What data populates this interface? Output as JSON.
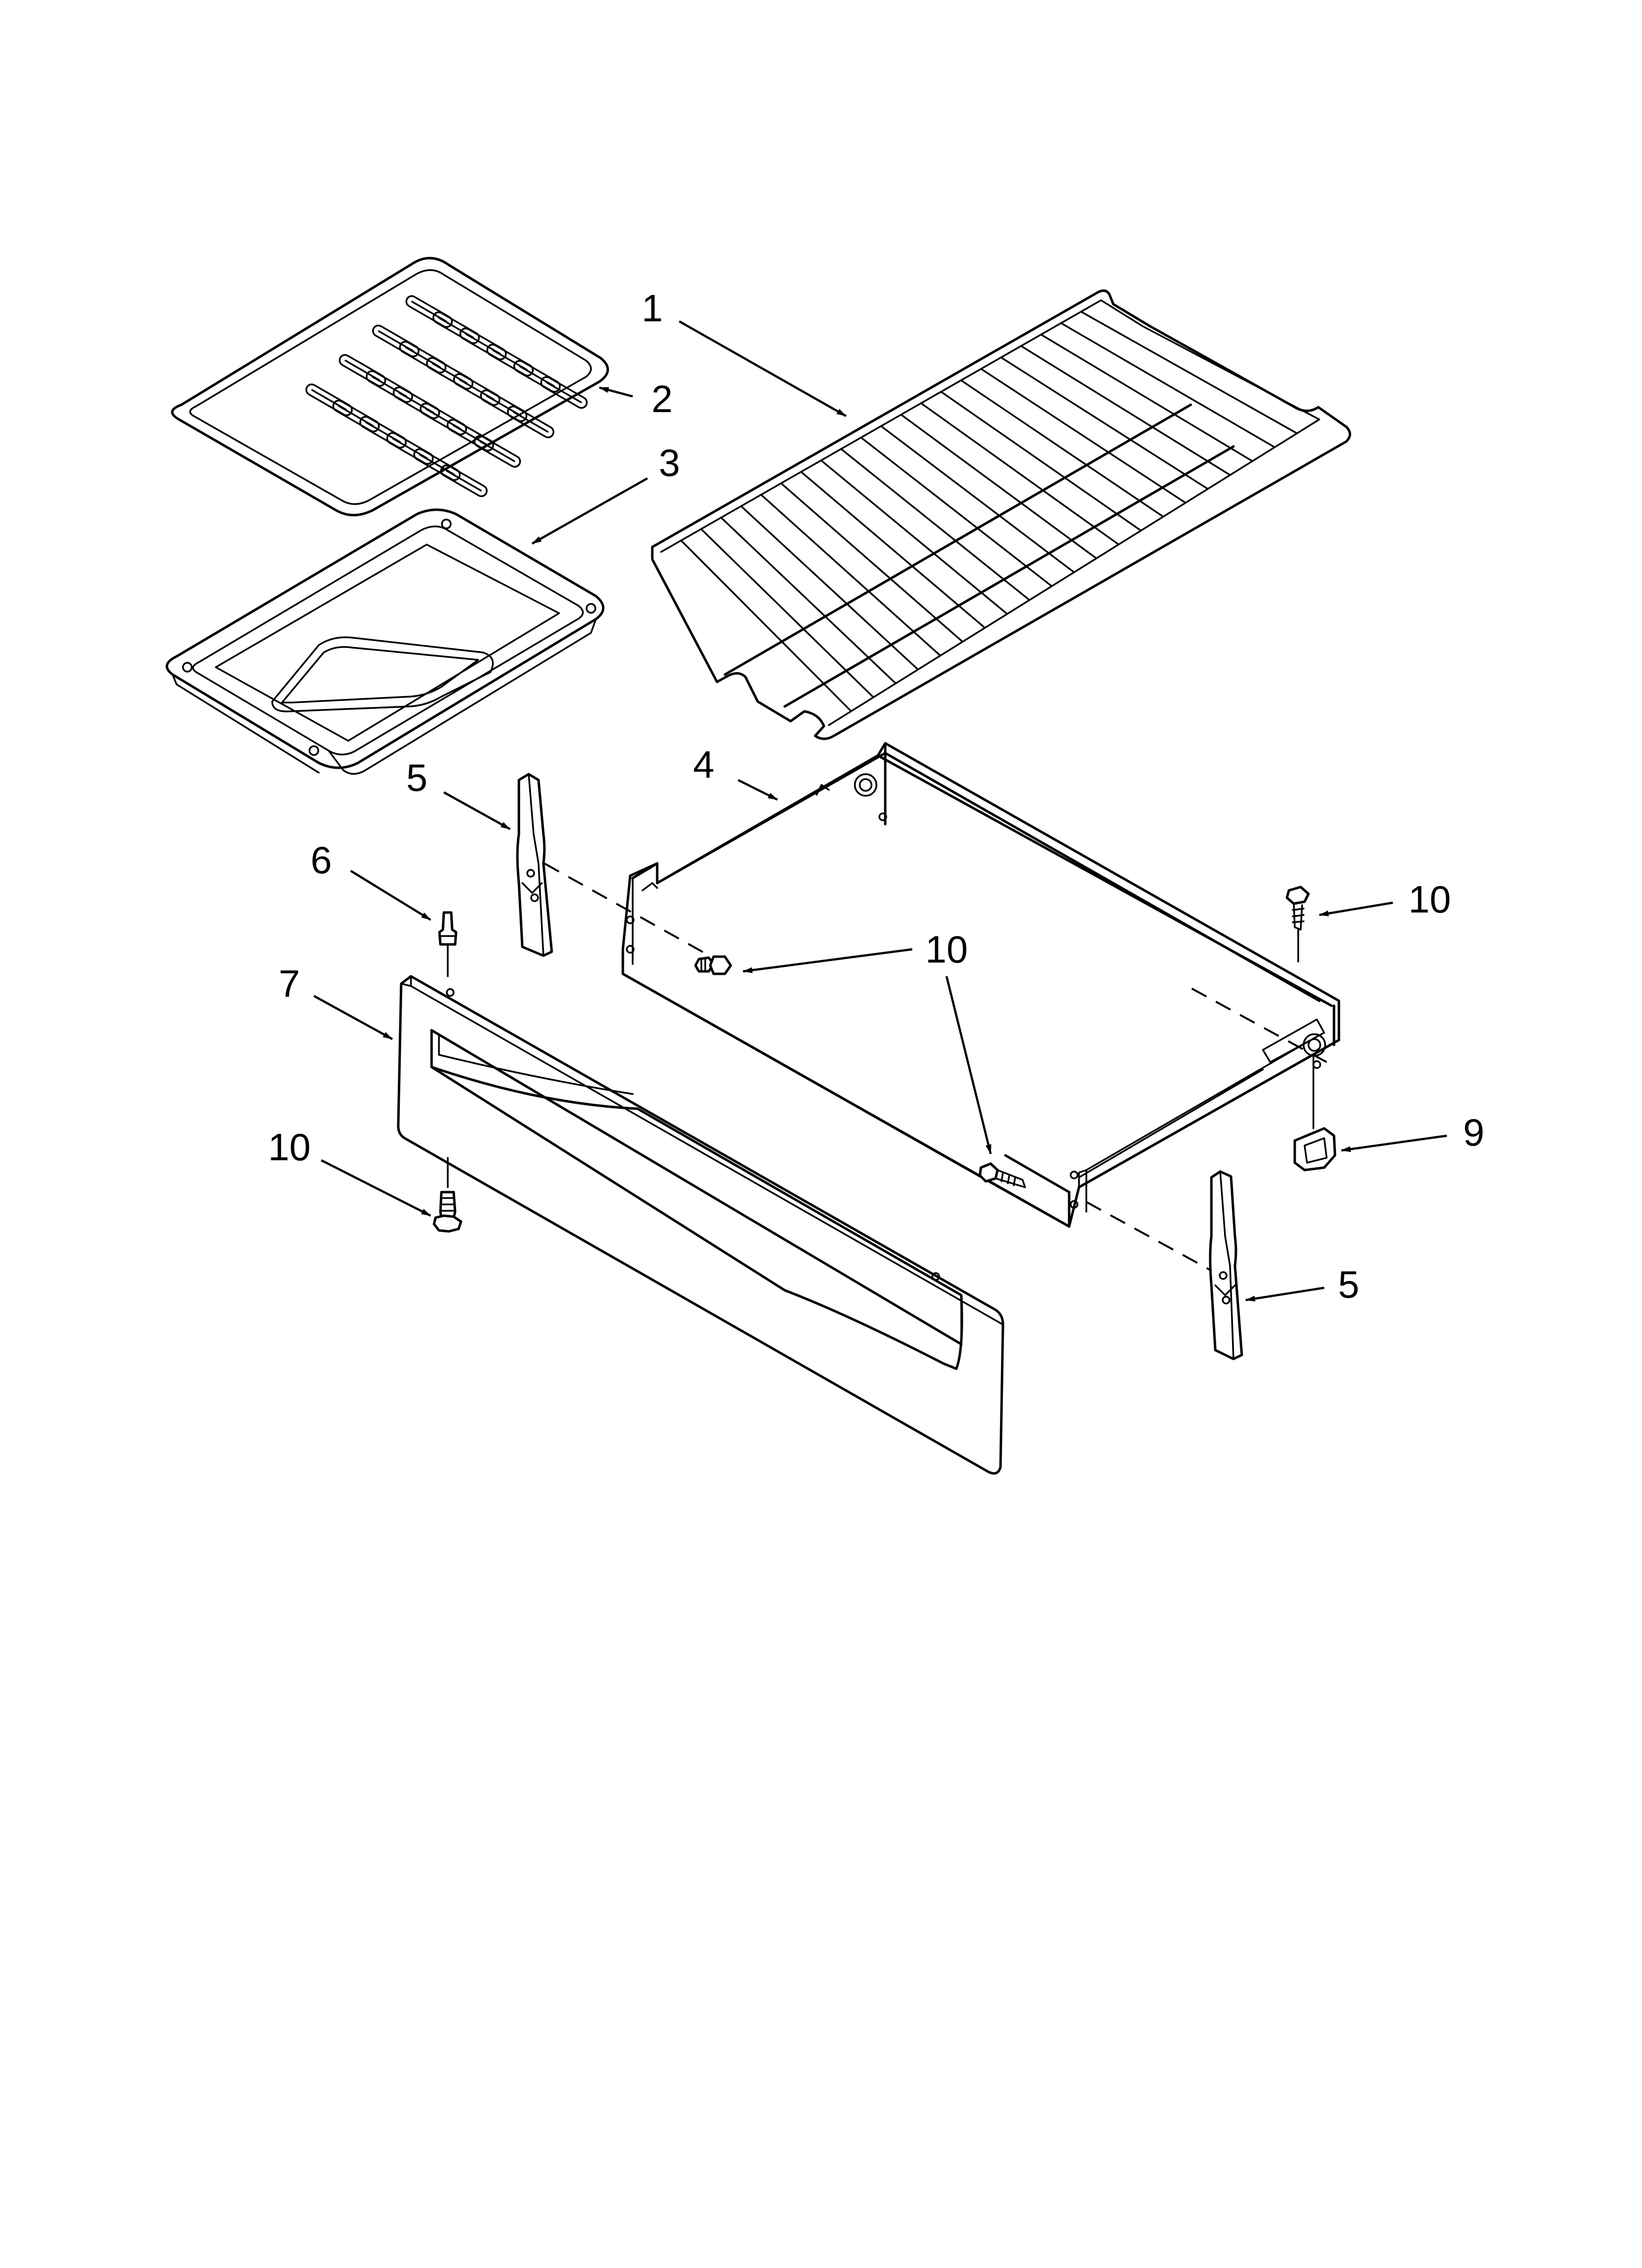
{
  "callouts": [
    {
      "id": "c1",
      "label": "1",
      "part": "oven-rack"
    },
    {
      "id": "c2",
      "label": "2",
      "part": "broiler-grid"
    },
    {
      "id": "c3",
      "label": "3",
      "part": "broiler-pan"
    },
    {
      "id": "c4",
      "label": "4",
      "part": "drawer-body"
    },
    {
      "id": "c5a",
      "label": "5",
      "part": "drawer-slide-left"
    },
    {
      "id": "c5b",
      "label": "5",
      "part": "drawer-slide-right"
    },
    {
      "id": "c6",
      "label": "6",
      "part": "stud"
    },
    {
      "id": "c7",
      "label": "7",
      "part": "drawer-front-panel"
    },
    {
      "id": "c9",
      "label": "9",
      "part": "clip"
    },
    {
      "id": "c10a",
      "label": "10",
      "part": "screw-right-top"
    },
    {
      "id": "c10b",
      "label": "10",
      "part": "screw-center"
    },
    {
      "id": "c10c",
      "label": "10",
      "part": "screw-front-bottom"
    }
  ]
}
